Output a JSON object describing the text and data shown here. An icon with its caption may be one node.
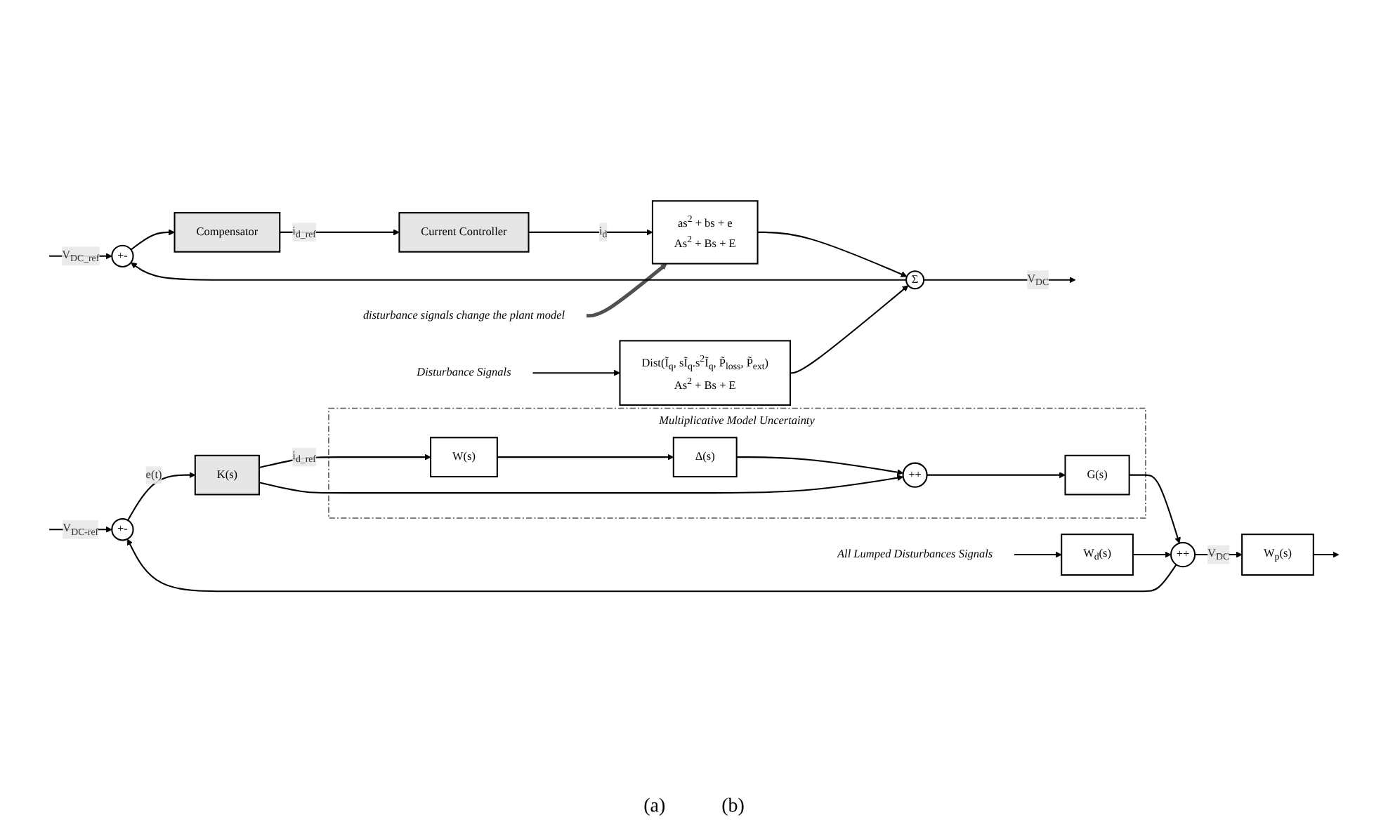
{
  "diagram": {
    "nodes": [
      {
        "text": [
          "+",
          "-"
        ]
      },
      {
        "text": [
          "Compensator"
        ]
      },
      {
        "text": [
          "Current Controller"
        ]
      },
      {
        "text": [
          "as$^{2}$ + bs + e",
          "As$^{2}$ + Bs + E"
        ]
      },
      {
        "text": [
          "disturbance signals change the plant model"
        ]
      },
      {
        "text": [
          "Disturbance Signals"
        ]
      },
      {
        "text": [
          "Dist(Ĩ$_{q}$, sĨ$_{q}$.s$^{2}$Ĩ$_{q}$, P̃$_{loss}$, P̃$_{ext}$)",
          "As$^{2}$ + Bs + E"
        ]
      },
      {
        "text": [
          "Σ"
        ]
      },
      {
        "text": [
          "+",
          "-"
        ]
      },
      {
        "text": [
          "K(s)"
        ]
      },
      {
        "text": [
          "Multiplicative Model Uncertainty"
        ]
      },
      {
        "text": [
          "W(s)"
        ],
        "in": 10
      },
      {
        "text": [
          "Δ(s)"
        ],
        "in": 10
      },
      {
        "text": [
          "+",
          "+"
        ],
        "in": 10
      },
      {
        "text": [
          "G(s)"
        ],
        "in": 10
      },
      {
        "text": [
          "All Lumped Disturbances Signals"
        ]
      },
      {
        "text": [
          "W$_{d}$(s)"
        ]
      },
      {
        "text": [
          "+",
          "+"
        ]
      },
      {
        "text": [
          "W$_{p}$(s)"
        ]
      }
    ],
    "edges": [
      {
        "from": null,
        "to": 0,
        "arrow": "to",
        "label": "V$_{DC_ref}$"
      },
      {
        "from": 0,
        "to": 1,
        "arrow": "to"
      },
      {
        "from": 1,
        "to": 2,
        "arrow": "to",
        "label": "i$_{d_ref}$"
      },
      {
        "from": 2,
        "to": 3,
        "arrow": "to",
        "label": "i$_{d}$"
      },
      {
        "from": 4,
        "to": 3,
        "arrow": "to",
        "style": "thick",
        "color": "#505050"
      },
      {
        "from": 3,
        "to": 7,
        "arrow": "to"
      },
      {
        "from": 5,
        "to": 6,
        "arrow": "to"
      },
      {
        "from": 6,
        "to": 7,
        "arrow": "to"
      },
      {
        "from": 7,
        "to": null,
        "arrow": "to",
        "label": "V$_{DC}$"
      },
      {
        "from": 7,
        "to": 0,
        "arrow": "to"
      },
      {
        "from": null,
        "to": 8,
        "arrow": "to",
        "label": "V$_{DC-ref}$"
      },
      {
        "from": 8,
        "to": 9,
        "arrow": "to",
        "label": "e(t)"
      },
      {
        "from": 9,
        "to": 11,
        "arrow": "to",
        "label": "i$_{d_ref}$"
      },
      {
        "from": 9,
        "to": 13,
        "arrow": "to"
      },
      {
        "from": 11,
        "to": 12,
        "arrow": "to"
      },
      {
        "from": 12,
        "to": 13,
        "arrow": "to"
      },
      {
        "from": 13,
        "to": 14,
        "arrow": "to"
      },
      {
        "from": 14,
        "to": 17,
        "arrow": "to"
      },
      {
        "from": 15,
        "to": 16,
        "arrow": "to"
      },
      {
        "from": 16,
        "to": 17,
        "arrow": "to"
      },
      {
        "from": 17,
        "to": 18,
        "arrow": "to",
        "label": "V$_{DC}$"
      },
      {
        "from": 18,
        "to": null,
        "arrow": "to"
      },
      {
        "from": 17,
        "to": 8,
        "arrow": "to"
      }
    ],
    "labels": [
      "(a)",
      "(b)"
    ]
  }
}
